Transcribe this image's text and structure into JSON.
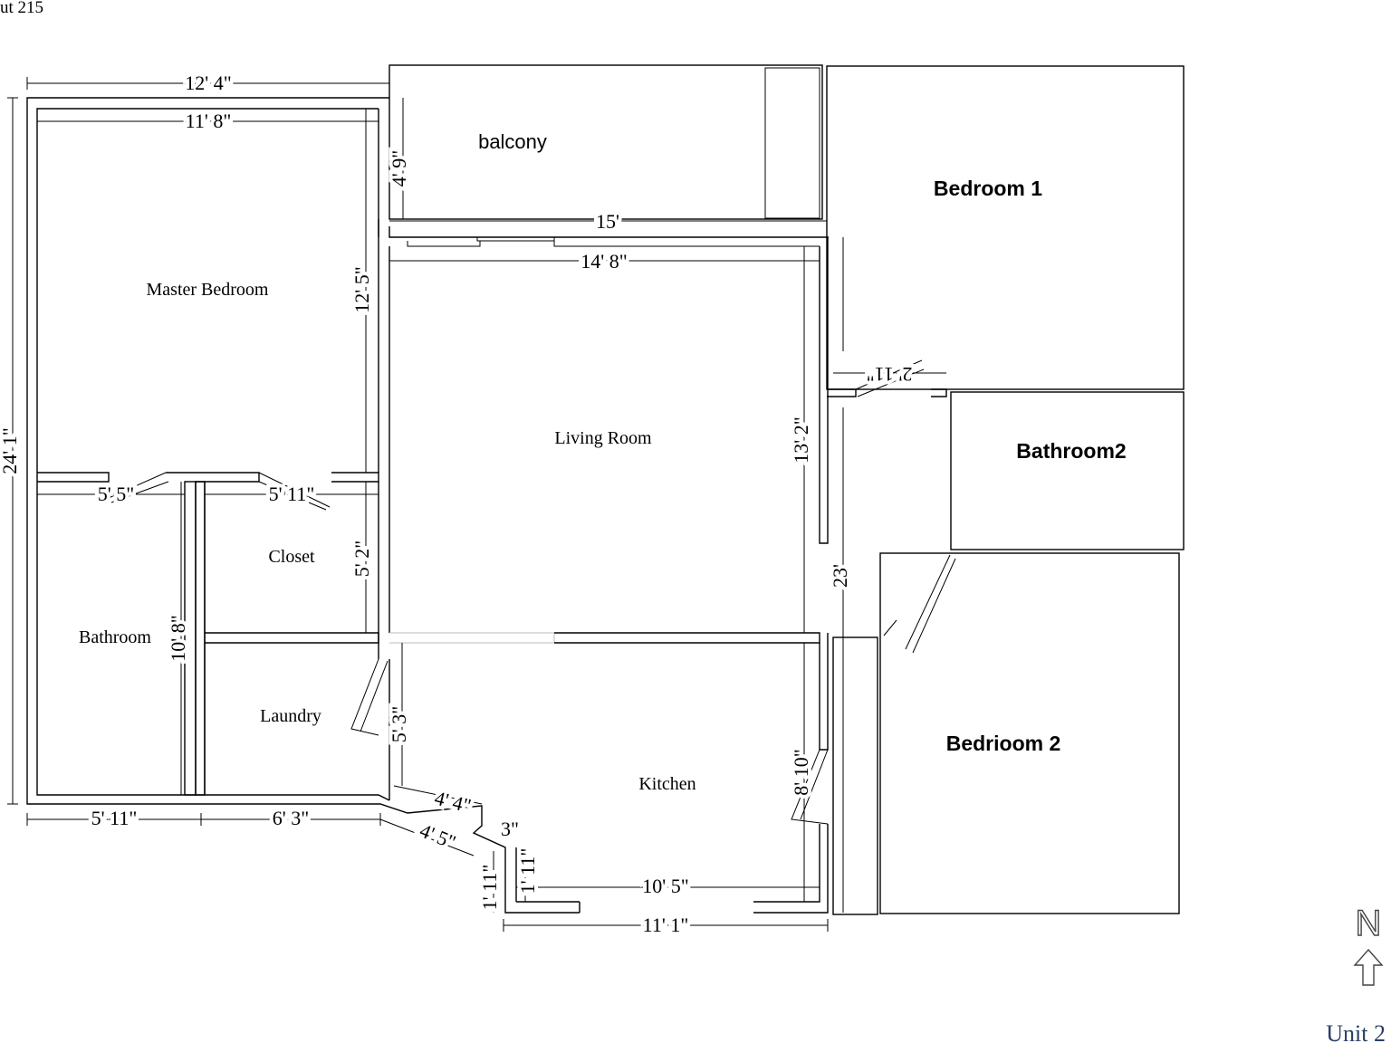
{
  "title_fragment": "ut 215",
  "unit_label": "Unit 2",
  "compass": {
    "label": "N"
  },
  "rooms": {
    "balcony": "balcony",
    "bedroom1": "Bedroom 1",
    "master_bedroom": "Master Bedroom",
    "living_room": "Living Room",
    "bathroom2": "Bathroom2",
    "closet": "Closet",
    "bathroom": "Bathroom",
    "laundry": "Laundry",
    "kitchen": "Kitchen",
    "bedroom2": "Bedrioom 2"
  },
  "dimensions": {
    "top_overall": "12' 4\"",
    "master_width": "11' 8\"",
    "balcony_depth": "4' 9\"",
    "balcony_width": "15'",
    "living_width": "14' 8\"",
    "master_depth": "12' 5\"",
    "left_overall": "24' 1\"",
    "bedroom1_door": "2' 11\"",
    "living_depth": "13' 2\"",
    "bath_door": "5' 5\"",
    "closet_door": "5' 11\"",
    "closet_depth": "5' 2\"",
    "hall_depth": "23'",
    "bath_depth": "10' 8\"",
    "laundry_depth": "5' 3\"",
    "kitchen_side": "8' 10\"",
    "bottom_left": "5' 11\"",
    "bottom_mid": "6' 3\"",
    "angle_a": "4' 4\"",
    "angle_b": "4' 5\"",
    "step": "3\"",
    "jog_outer": "1' 11\"",
    "jog_inner": "1' 11\"",
    "kitchen_width": "10' 5\"",
    "bottom_overall": "11' 1\""
  }
}
